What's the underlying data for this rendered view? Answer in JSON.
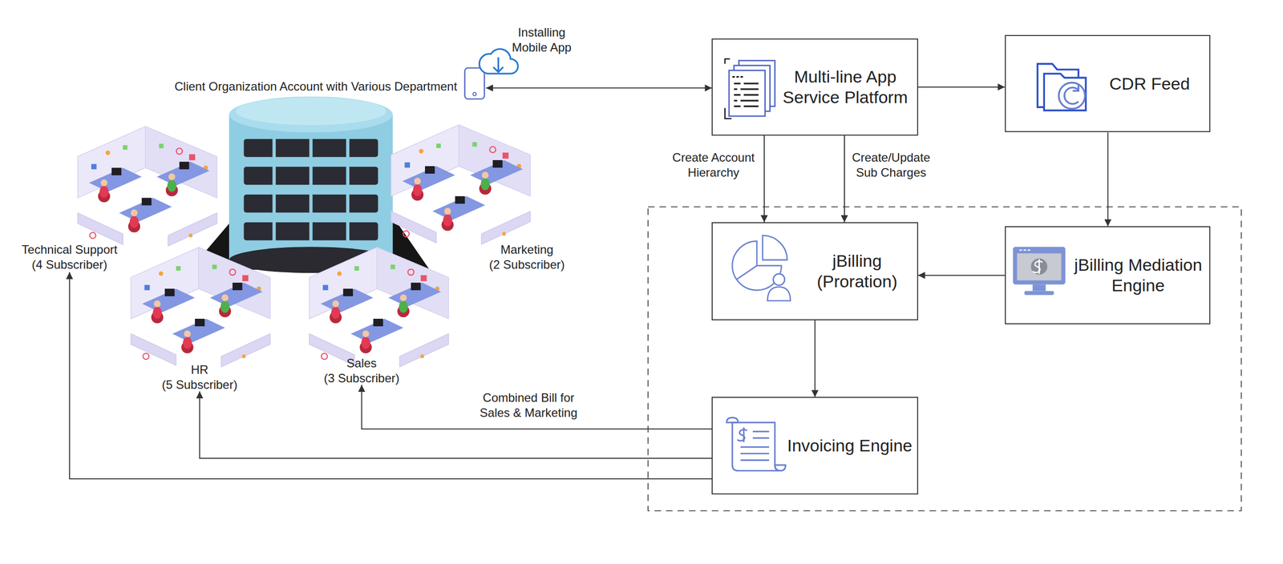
{
  "diagram": {
    "nodes": [
      {
        "text": [
          "Installing Mobile App"
        ]
      },
      {
        "text": [
          "Client Organization Account with Various Department"
        ]
      },
      {
        "text": [
          "Technical Support",
          "(4 Subscriber)"
        ],
        "in": 1
      },
      {
        "text": [
          "Marketing",
          "(2 Subscriber)"
        ],
        "in": 1
      },
      {
        "text": [
          "HR",
          "(5 Subscriber)"
        ],
        "in": 1
      },
      {
        "text": [
          "Sales",
          "(3 Subscriber)"
        ],
        "in": 1
      },
      {
        "text": [
          "Multi-line App Service Platform"
        ]
      },
      {
        "text": [
          "CDR Feed"
        ]
      },
      {
        "text": [
          "jBilling (Proration)"
        ]
      },
      {
        "text": [
          "jBilling Mediation Engine"
        ]
      },
      {
        "text": [
          "Invoicing Engine"
        ]
      }
    ],
    "edges": [
      {
        "from": 0,
        "to": 6,
        "arrow": "both"
      },
      {
        "from": 6,
        "to": 7,
        "arrow": "to"
      },
      {
        "from": 6,
        "to": 8,
        "label": "Create Account Hierarchy",
        "arrow": "to"
      },
      {
        "from": 6,
        "to": 8,
        "label": "Create/Update Sub Charges",
        "arrow": "to"
      },
      {
        "from": 7,
        "to": 9,
        "arrow": "to"
      },
      {
        "from": 9,
        "to": 8,
        "arrow": "to"
      },
      {
        "from": 8,
        "to": 10,
        "arrow": "to"
      },
      {
        "from": 10,
        "to": 5,
        "label": "Combined Bill for Sales & Marketing",
        "arrow": "to"
      },
      {
        "from": 10,
        "to": 4,
        "arrow": "to"
      },
      {
        "from": 10,
        "to": 2,
        "arrow": "to"
      }
    ]
  }
}
